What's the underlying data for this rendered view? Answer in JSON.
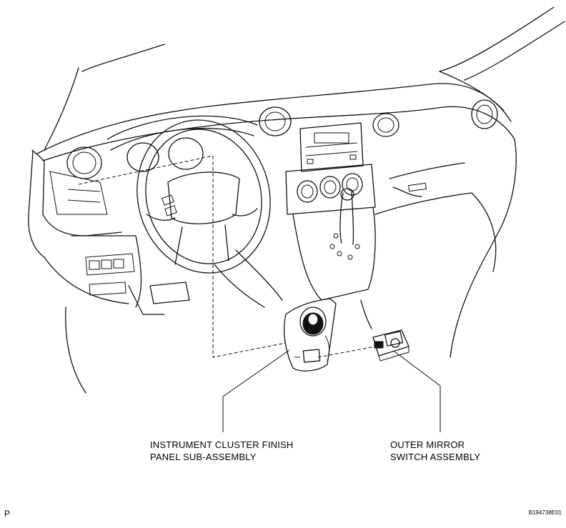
{
  "labels": {
    "cluster_panel_line1": "INSTRUMENT CLUSTER FINISH",
    "cluster_panel_line2": "PANEL SUB-ASSEMBLY",
    "mirror_switch_line1": "OUTER MIRROR",
    "mirror_switch_line2": "SWITCH ASSEMBLY"
  },
  "corner_marks": {
    "left": "P",
    "right": "B194738E01"
  }
}
